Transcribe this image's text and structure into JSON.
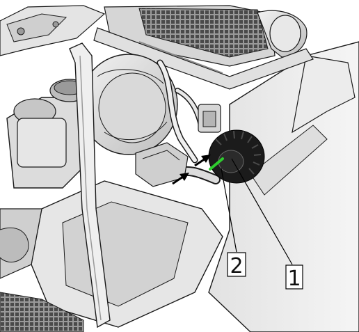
{
  "figure": {
    "subject": "engine-bay-technical-illustration",
    "callouts": [
      {
        "id": "callout-1",
        "label": "1"
      },
      {
        "id": "callout-2",
        "label": "2"
      }
    ],
    "arrow_count": 2,
    "colors": {
      "background": "#ffffff",
      "line": "#1a1a1a",
      "fill_light": "#e6e6e6",
      "fill_mid": "#c7c7c7",
      "fill_dark": "#8a8a8a",
      "gear_black": "#1b1b1b",
      "marker_green": "#2ecc2e"
    }
  }
}
